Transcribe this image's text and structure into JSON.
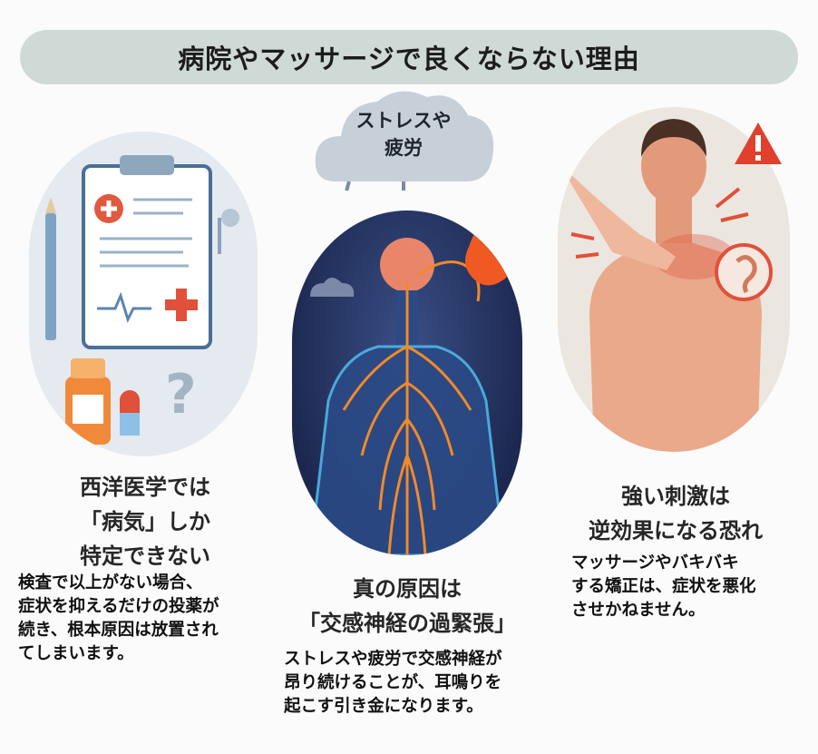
{
  "title": "病院やマッサージで良くならない理由",
  "left": {
    "heading": [
      "西洋医学では",
      "「病気」しか",
      "特定できない"
    ],
    "body": [
      "検査で以上がない場合、",
      "症状を抑えるだけの投薬が",
      "続き、根本原因は放置され",
      "てしまいます。"
    ]
  },
  "middle": {
    "cloud": [
      "ストレスや",
      "疲労"
    ],
    "heading": [
      "真の原因は",
      "「交感神経の過緊張」"
    ],
    "body": [
      "ストレスや疲労で交感神経が",
      "昂り続けることが、耳鳴りを",
      "起こす引き金になります。"
    ]
  },
  "right": {
    "heading": [
      "強い刺激は",
      "逆効果になる恐れ"
    ],
    "body": [
      "マッサージやバキバキ",
      "する矯正は、症状を悪化",
      "させかねません。"
    ]
  },
  "colors": {
    "title_bg": "#cfd9d6",
    "nerve": "#f08a2a",
    "warning": "#e0402c"
  }
}
